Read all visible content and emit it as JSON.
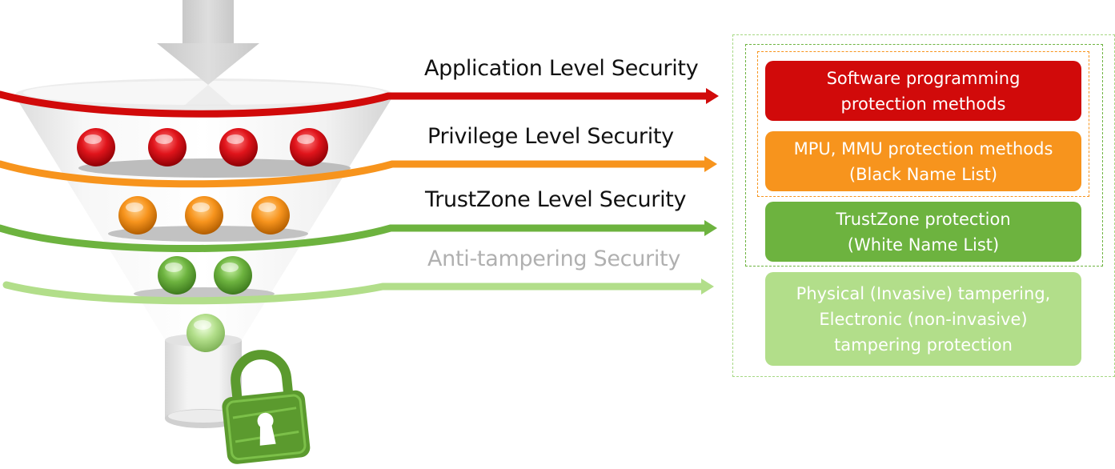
{
  "levels": [
    {
      "label": "Application Level Security",
      "color": "#d10a0a"
    },
    {
      "label": "Privilege Level Security",
      "color": "#f7941d"
    },
    {
      "label": "TrustZone Level Security",
      "color": "#6db33f"
    },
    {
      "label": "Anti-tampering Security",
      "color": "#b2de8a"
    }
  ],
  "boxes": [
    {
      "line1": "Software programming",
      "line2": "protection methods",
      "color": "#d10a0a"
    },
    {
      "line1": "MPU, MMU protection methods",
      "line2": "(Black Name List)",
      "color": "#f7941d"
    },
    {
      "line1": "TrustZone protection",
      "line2": "(White Name List)",
      "color": "#6db33f"
    },
    {
      "line1": "Physical (Invasive) tampering,",
      "line2": "Electronic (non-invasive)",
      "line3": "tampering protection",
      "color": "#b2de8a"
    }
  ],
  "balls": {
    "row1": 4,
    "row2": 3,
    "row3": 2,
    "row4": 1
  },
  "icons": {
    "entry": "down-arrow-icon",
    "lock": "padlock-icon"
  }
}
